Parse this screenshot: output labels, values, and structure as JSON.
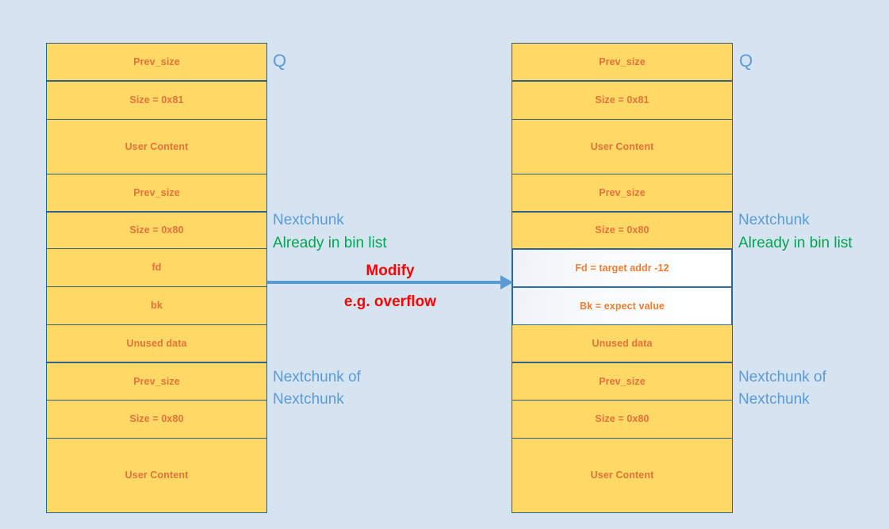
{
  "diagram": {
    "title": "Heap chunk unlink overflow diagram",
    "background_color": "#d6e4f2",
    "chunk_fill_color": "#ffd966",
    "chunk_border_color": "#2e5f8a",
    "chunk_text_color": "#e8703a",
    "annotation_blue": "#5b9bd5",
    "annotation_green": "#00a54f",
    "annotation_red": "#ff0000"
  },
  "left_chunk": {
    "name": "original-chunk",
    "marker": "Q",
    "rows": [
      {
        "label": "Prev_size",
        "state": "normal"
      },
      {
        "label": "Size = 0x81",
        "state": "normal"
      },
      {
        "label": "User\nContent",
        "state": "normal"
      },
      {
        "label": "Prev_size",
        "state": "normal"
      },
      {
        "label": "Size = 0x80",
        "state": "normal"
      },
      {
        "label": "fd",
        "state": "normal"
      },
      {
        "label": "bk",
        "state": "normal"
      },
      {
        "label": "Unused data",
        "state": "normal"
      },
      {
        "label": "Prev_size",
        "state": "normal"
      },
      {
        "label": "Size = 0x80",
        "state": "normal"
      },
      {
        "label": "User Content",
        "state": "normal"
      }
    ],
    "annotations": {
      "nextchunk": "Nextchunk",
      "nextchunk_note": "Already in bin list",
      "nextchunk_of_nextchunk": "Nextchunk of\nNextchunk"
    }
  },
  "right_chunk": {
    "name": "modified-chunk",
    "marker": "Q",
    "rows": [
      {
        "label": "Prev_size",
        "state": "normal"
      },
      {
        "label": "Size = 0x81",
        "state": "normal"
      },
      {
        "label": "User\nContent",
        "state": "normal"
      },
      {
        "label": "Prev_size",
        "state": "normal"
      },
      {
        "label": "Size = 0x80",
        "state": "normal"
      },
      {
        "label": "Fd = target addr -12",
        "state": "modified"
      },
      {
        "label": "Bk = expect value",
        "state": "modified"
      },
      {
        "label": "Unused data",
        "state": "normal"
      },
      {
        "label": "Prev_size",
        "state": "normal"
      },
      {
        "label": "Size = 0x80",
        "state": "normal"
      },
      {
        "label": "User Content",
        "state": "normal"
      }
    ],
    "annotations": {
      "nextchunk": "Nextchunk",
      "nextchunk_note": "Already in bin list",
      "nextchunk_of_nextchunk": "Nextchunk of\nNextchunk"
    }
  },
  "transition": {
    "label_top": "Modify",
    "label_bottom": "e.g. overflow",
    "arrow_direction": "right",
    "arrow_color": "#5b9bd5"
  }
}
